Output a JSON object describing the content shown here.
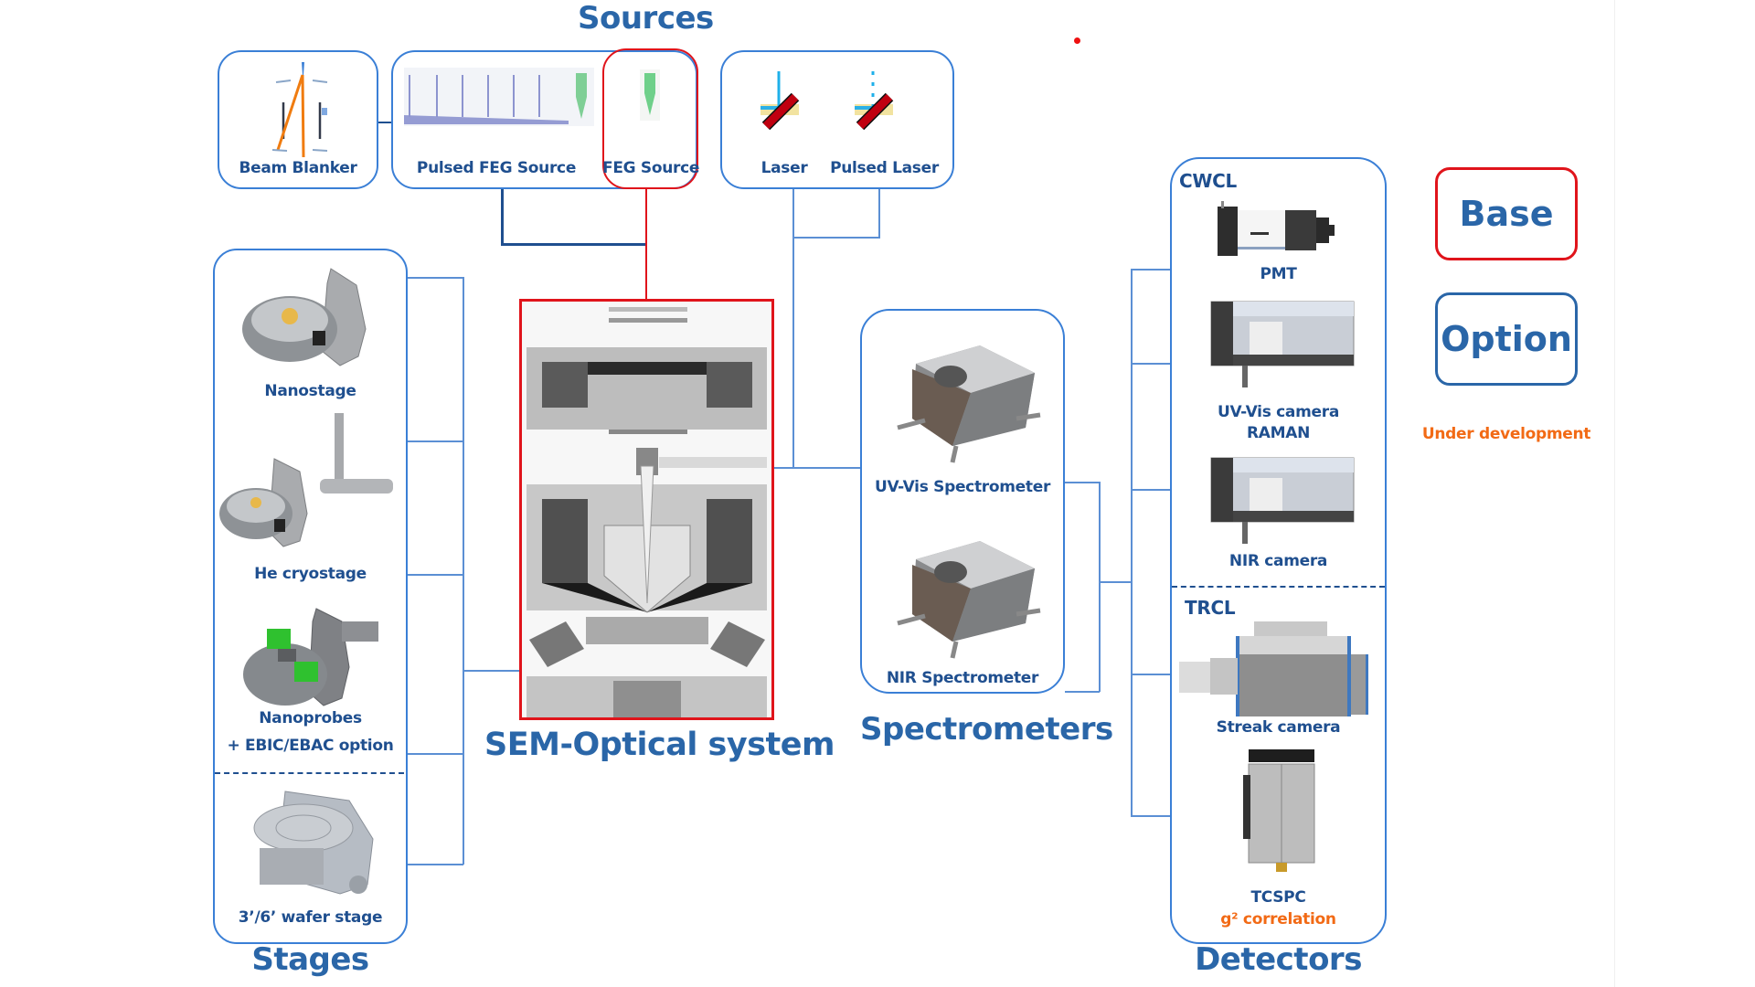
{
  "titles": {
    "sources": "Sources",
    "stages": "Stages",
    "sem": "SEM-Optical system",
    "spectrometers": "Spectrometers",
    "detectors": "Detectors"
  },
  "sources": {
    "beam_blanker": "Beam Blanker",
    "pulsed_feg": "Pulsed FEG Source",
    "feg": "FEG Source",
    "laser": "Laser",
    "pulsed_laser": "Pulsed Laser"
  },
  "stages": {
    "items": [
      {
        "label": "Nanostage"
      },
      {
        "label": "He cryostage"
      },
      {
        "label": "Nanoprobes",
        "sublabel": "+ EBIC/EBAC option"
      },
      {
        "label": "3’/6’ wafer stage"
      }
    ]
  },
  "spectrometers": {
    "items": [
      {
        "label": "UV-Vis Spectrometer"
      },
      {
        "label": "NIR Spectrometer"
      }
    ]
  },
  "detectors": {
    "cwcl": {
      "heading": "CWCL",
      "items": [
        {
          "label": "PMT"
        },
        {
          "label": "UV-Vis camera",
          "sublabel": "RAMAN"
        },
        {
          "label": "NIR camera"
        }
      ]
    },
    "trcl": {
      "heading": "TRCL",
      "items": [
        {
          "label": "Streak camera"
        },
        {
          "label": "TCSPC",
          "sublabel": "g² correlation"
        }
      ]
    }
  },
  "legend": {
    "base": "Base",
    "option": "Option",
    "under_development": "Under development"
  },
  "colors": {
    "base_outline": "#e0141b",
    "option_outline": "#3a7fd6",
    "title_text": "#2a66a8",
    "label_text": "#1f4f8f",
    "under_development": "#f26a15"
  }
}
